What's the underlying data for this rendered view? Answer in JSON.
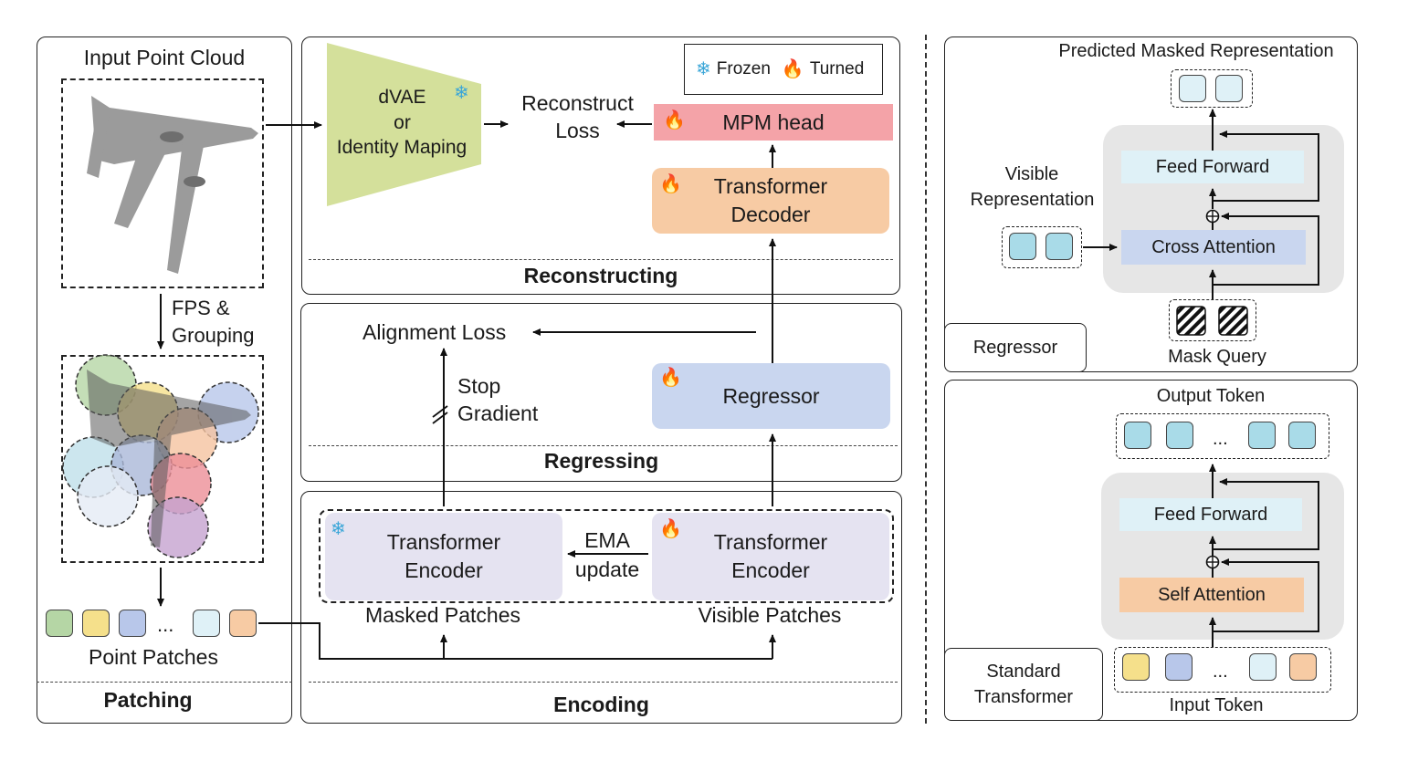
{
  "patching": {
    "input_title": "Input Point Cloud",
    "fps_line1": "FPS &",
    "fps_line2": "Grouping",
    "ellipsis": "...",
    "patches_label": "Point Patches",
    "section": "Patching"
  },
  "reconstructing": {
    "dvae_line1": "dVAE",
    "dvae_line2": "or",
    "dvae_line3": "Identity Maping",
    "loss_line1": "Reconstruct",
    "loss_line2": "Loss",
    "mpm_head": "MPM head",
    "decoder_line1": "Transformer",
    "decoder_line2": "Decoder",
    "section": "Reconstructing",
    "legend_frozen": "Frozen",
    "legend_turned": "Turned"
  },
  "regressing": {
    "alignment_loss": "Alignment Loss",
    "stop_line1": "Stop",
    "stop_line2": "Gradient",
    "regressor": "Regressor",
    "section": "Regressing"
  },
  "encoding": {
    "enc_left_line1": "Transformer",
    "enc_left_line2": "Encoder",
    "ema_line1": "EMA",
    "ema_line2": "update",
    "enc_right_line1": "Transformer",
    "enc_right_line2": "Encoder",
    "masked_patches": "Masked Patches",
    "visible_patches": "Visible Patches",
    "section": "Encoding"
  },
  "regressor_panel": {
    "output_title": "Predicted Masked Representation",
    "feed_forward": "Feed Forward",
    "cross_attention": "Cross Attention",
    "visible_line1": "Visible",
    "visible_line2": "Representation",
    "mask_query": "Mask Query",
    "tag": "Regressor"
  },
  "standard_panel": {
    "output_title": "Output Token",
    "feed_forward": "Feed Forward",
    "self_attention": "Self Attention",
    "input_title": "Input Token",
    "ellipsis_top": "...",
    "ellipsis_bottom": "...",
    "tag_line1": "Standard",
    "tag_line2": "Transformer"
  },
  "colors": {
    "dvae": "#d4e09b",
    "mpm_head": "#f4a3a8",
    "decoder": "#f7cba4",
    "regressor": "#c9d6ef",
    "encoder": "#e5e3f1",
    "feed_forward": "#dff1f7",
    "cross_attention": "#c9d6ef",
    "self_attention": "#f7cba4",
    "block_bg": "#e6e6e6"
  },
  "icons": [
    "airplane-point-cloud",
    "snowflake-icon",
    "fire-icon",
    "plus-circle-icon",
    "mask-hatch-icon"
  ]
}
